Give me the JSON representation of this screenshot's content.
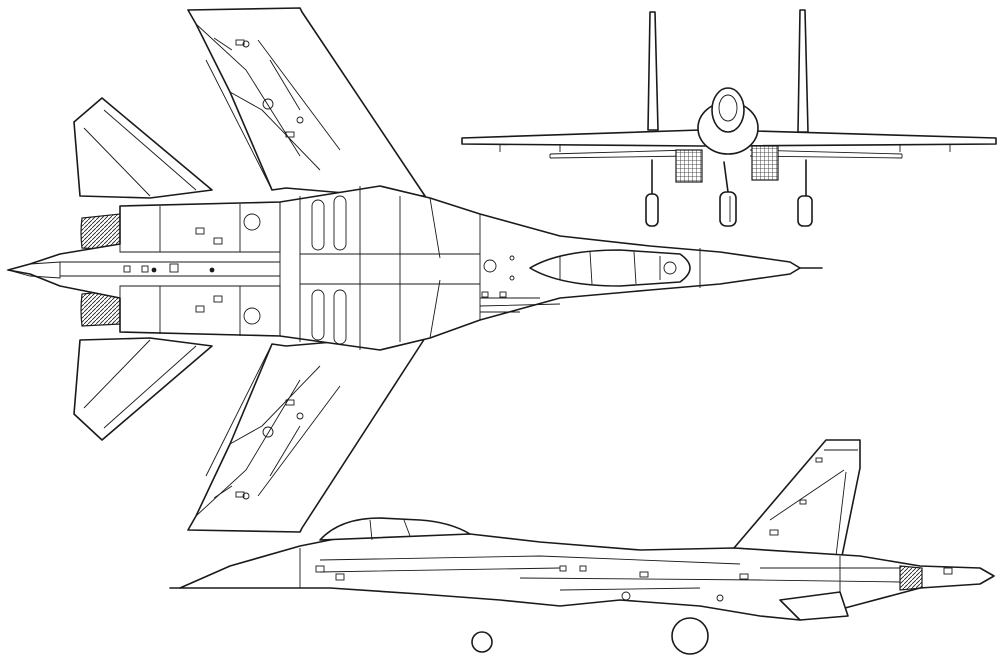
{
  "drawing": {
    "views": [
      "top",
      "front",
      "side"
    ],
    "line_color": "#1a1a1a",
    "background": "#ffffff"
  }
}
